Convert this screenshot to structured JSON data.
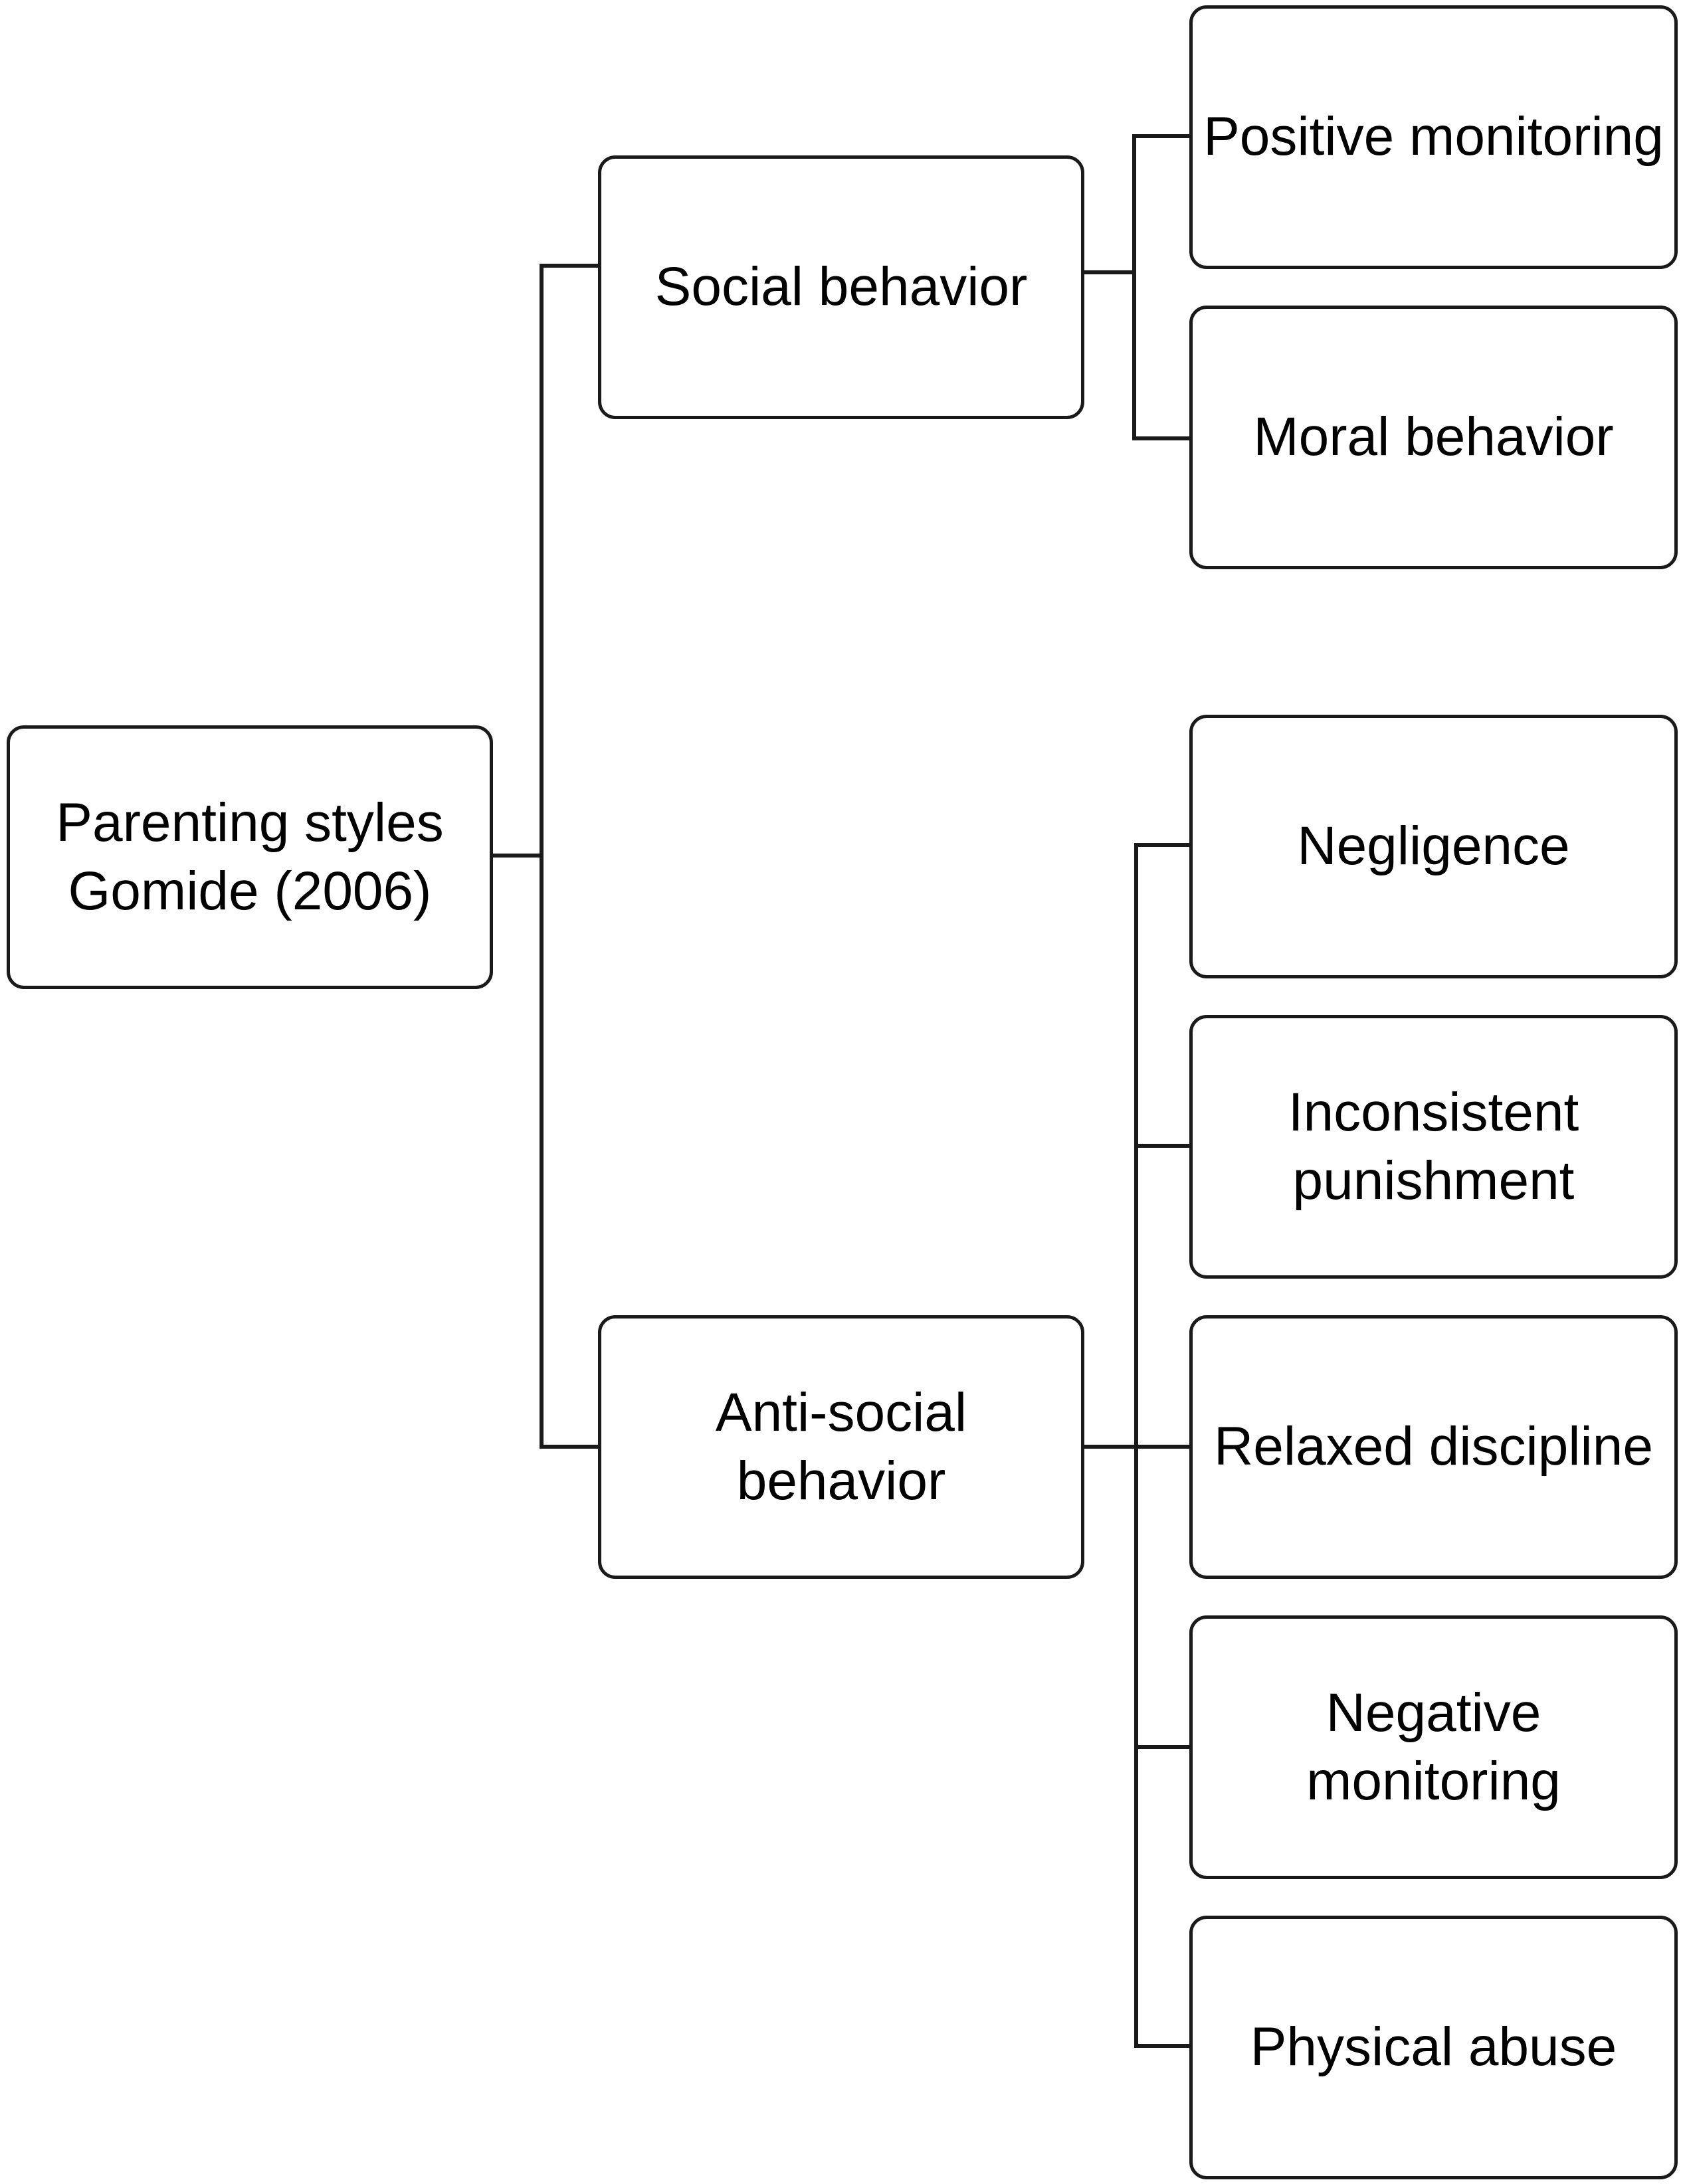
{
  "diagram": {
    "root": {
      "label": "Parenting styles\nGomide (2006)"
    },
    "branches": [
      {
        "label": "Social behavior",
        "children": [
          {
            "label": "Positive monitoring"
          },
          {
            "label": "Moral behavior"
          }
        ]
      },
      {
        "label": "Anti-social\nbehavior",
        "children": [
          {
            "label": "Negligence"
          },
          {
            "label": "Inconsistent\npunishment"
          },
          {
            "label": "Relaxed discipline"
          },
          {
            "label": "Negative\nmonitoring"
          },
          {
            "label": "Physical abuse"
          }
        ]
      }
    ],
    "colors": {
      "stroke": "#1a1a1a",
      "fill": "#ffffff",
      "text": "#000000"
    }
  }
}
